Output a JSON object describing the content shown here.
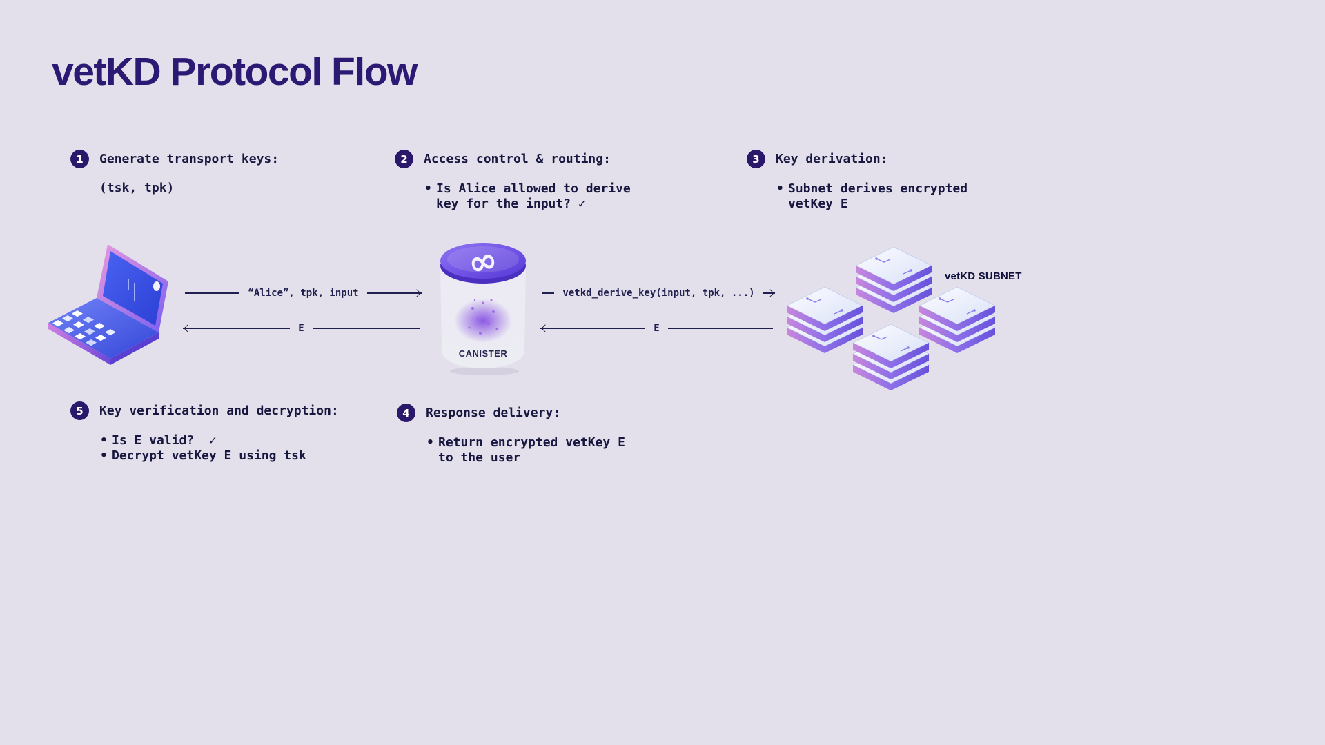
{
  "page": {
    "title": "vetKD Protocol Flow"
  },
  "steps": [
    {
      "number": "1",
      "heading": "Generate transport keys:",
      "note": "(tsk, tpk)"
    },
    {
      "number": "2",
      "heading": "Access control & routing:",
      "bullets": [
        "Is Alice allowed to derive key for the input? ✓"
      ]
    },
    {
      "number": "3",
      "heading": "Key derivation:",
      "bullets": [
        "Subnet derives encrypted vetKey E"
      ]
    },
    {
      "number": "4",
      "heading": "Response delivery:",
      "bullets": [
        "Return encrypted vetKey E to the user"
      ]
    },
    {
      "number": "5",
      "heading": "Key verification and decryption:",
      "bullets": [
        "Is E valid?  ✓",
        "Decrypt vetKey E using tsk"
      ]
    }
  ],
  "arrows": {
    "client_to_canister": "“Alice”, tpk, input",
    "canister_to_client": "E",
    "canister_to_subnet": "vetkd_derive_key(input, tpk, ...)",
    "subnet_to_canister": "E"
  },
  "labels": {
    "canister": "CANISTER",
    "subnet": "vetKD SUBNET"
  },
  "colors": {
    "background": "#e3e0ec",
    "title": "#2b1973",
    "ink": "#20204e",
    "badge": "#2a186b"
  }
}
